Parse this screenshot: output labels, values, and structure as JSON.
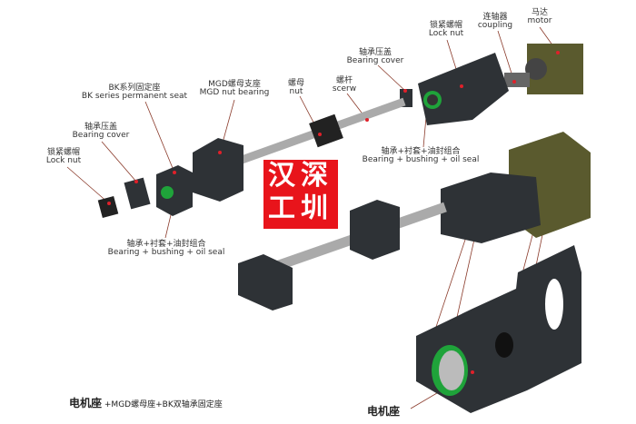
{
  "labels": {
    "motor": {
      "cn": "马达",
      "en": "motor"
    },
    "coupling": {
      "cn": "连轴器",
      "en": "coupling"
    },
    "lock_nut_top": {
      "cn": "锁紧螺帽",
      "en": "Lock nut"
    },
    "bearing_cover_top": {
      "cn": "轴承压盖",
      "en": "Bearing cover"
    },
    "screw": {
      "cn": "螺杆",
      "en": "scerw"
    },
    "nut": {
      "cn": "螺母",
      "en": "nut"
    },
    "mgd_nut_bearing": {
      "cn": "MGD螺母支座",
      "en": "MGD nut bearing"
    },
    "bk_seat": {
      "cn": "BK系列固定座",
      "en": "BK series permanent seat"
    },
    "bearing_cover_left": {
      "cn": "轴承压盖",
      "en": "Bearing cover"
    },
    "lock_nut_left": {
      "cn": "锁紧螺帽",
      "en": "Lock nut"
    },
    "bearing_combo_right": {
      "cn": "轴承+衬套+油封组合",
      "en": "Bearing + bushing + oil seal"
    },
    "bearing_combo_left": {
      "cn": "轴承+衬套+油封组合",
      "en": "Bearing + bushing + oil seal"
    }
  },
  "captions": {
    "bottom_left_bold": "电机座",
    "bottom_left_rest": "+MGD螺母座+BK双轴承固定座",
    "motor_mount": "电机座"
  },
  "watermark": "汉深工圳",
  "colors": {
    "part": "#2e3236",
    "motor": "#5a5a2e",
    "seal": "#1fa33a",
    "marker": "#e0202a",
    "stamp": "#e8141b"
  }
}
